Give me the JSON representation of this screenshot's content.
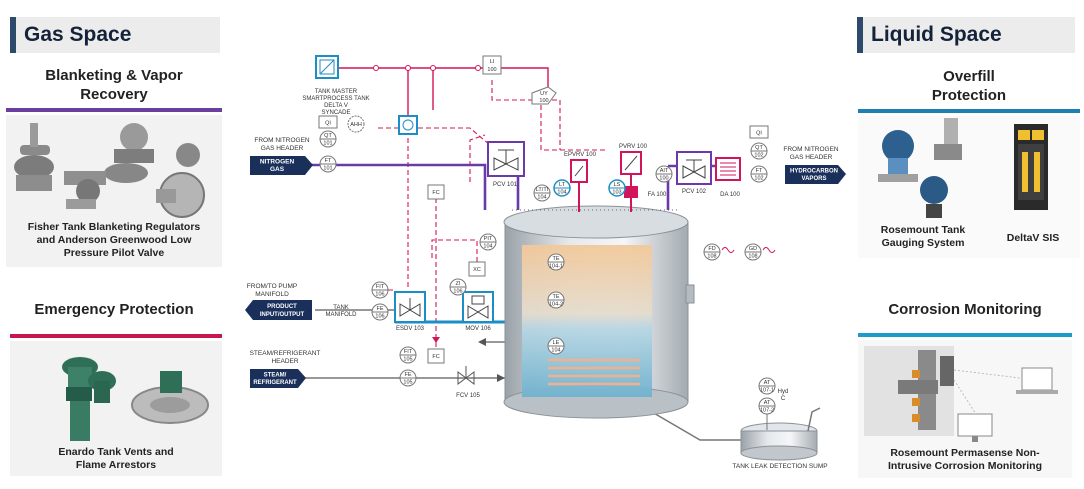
{
  "left": {
    "section_title": "Gas Space",
    "panel1": {
      "title_line1": "Blanketing & Vapor",
      "title_line2": "Recovery",
      "caption_line1": "Fisher Tank Blanketing Regulators",
      "caption_line2": "and Anderson Greenwood Low",
      "caption_line3": "Pressure Pilot Valve"
    },
    "panel2": {
      "title": "Emergency Protection",
      "caption_line1": "Enardo Tank Vents and",
      "caption_line2": "Flame Arrestors"
    }
  },
  "right": {
    "section_title": "Liquid Space",
    "panel1": {
      "title_line1": "Overfill",
      "title_line2": "Protection",
      "caption_a_line1": "Rosemount Tank",
      "caption_a_line2": "Gauging System",
      "caption_b": "DeltaV SIS"
    },
    "panel2": {
      "title": "Corrosion Monitoring",
      "caption_line1": "Rosemount Permasense Non-",
      "caption_line2": "Intrusive Corrosion Monitoring"
    }
  },
  "diagram": {
    "tank_master": [
      "TANK MASTER",
      "SMARTPROCESS TANK",
      "DELTA V",
      "SYNCADE"
    ],
    "from_nitrogen_left": [
      "FROM NITROGEN",
      "GAS HEADER"
    ],
    "nitrogen_gas": [
      "NITROGEN",
      "GAS"
    ],
    "from_nitrogen_right": [
      "FROM NITROGEN",
      "GAS HEADER"
    ],
    "hydrocarbon_vapors": [
      "HYDROCARBON",
      "VAPORS"
    ],
    "from_to_pump": [
      "FROM/TO PUMP",
      "MANIFOLD"
    ],
    "product_io": [
      "PRODUCT",
      "INPUT/OUTPUT"
    ],
    "tank_manifold": [
      "TANK",
      "MANIFOLD"
    ],
    "steam_header": [
      "STEAM/REFRIGERANT",
      "HEADER"
    ],
    "steam_refrigerant": [
      "STEAM/",
      "REFRIGERANT"
    ],
    "leak_sump": "TANK LEAK DETECTION SUMP",
    "hyd_c": [
      "Hyd",
      "C"
    ],
    "valves": {
      "pcv101": "PCV 101",
      "pcv102": "PCV 102",
      "epvrv": "EPVRV 100",
      "pvrv": "PVRV 100",
      "fa": "FA 100",
      "da": "DA 100",
      "esdv": "ESDV 103",
      "mov": "MOV 106",
      "fcv": "FCV 105"
    },
    "instruments": {
      "qi101": "QI",
      "qt101": [
        "QT",
        "101"
      ],
      "ahh": "AHH",
      "ft101": [
        "FT",
        "101"
      ],
      "li": [
        "LI",
        "100"
      ],
      "uy": [
        "UY",
        "100"
      ],
      "fc_top": "FC",
      "ltti": [
        "LT/TI",
        "104"
      ],
      "lt104": [
        "LT",
        "104"
      ],
      "ls103": [
        "LS",
        "103"
      ],
      "qi102": "QI",
      "qt102": [
        "QT",
        "102"
      ],
      "ait": [
        "AIT",
        "100"
      ],
      "ft102": [
        "FT",
        "102"
      ],
      "pit": [
        "PIT",
        "104"
      ],
      "te1": [
        "TE",
        "104-1"
      ],
      "te2": [
        "TE",
        "104-2"
      ],
      "le": [
        "LE",
        "104"
      ],
      "fd": [
        "FD",
        "108"
      ],
      "gd": [
        "GD",
        "108"
      ],
      "fit106": [
        "FIT",
        "106"
      ],
      "fe106": [
        "FE",
        "106"
      ],
      "xc": "XC",
      "zi": [
        "ZI",
        "106"
      ],
      "fit105": [
        "FIT",
        "105"
      ],
      "fe105": [
        "FE",
        "105"
      ],
      "fc_mid": "FC",
      "at1": [
        "AT",
        "107-1"
      ],
      "at2": [
        "AT",
        "107-2"
      ]
    }
  }
}
